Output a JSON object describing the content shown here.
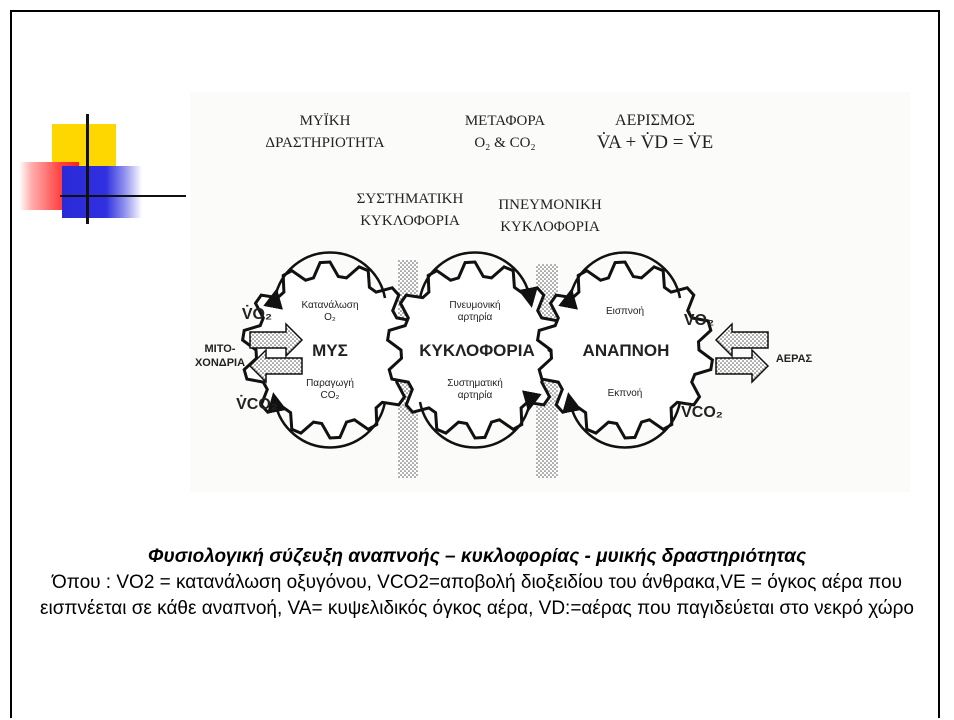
{
  "diagram": {
    "top_labels": {
      "muscular_activity": [
        "ΜΥΪΚΗ",
        "ΔΡΑΣΤΗΡΙΟΤΗΤΑ"
      ],
      "transport": [
        "ΜΕΤΑΦΟΡΑ",
        "O₂ & CO₂"
      ],
      "ventilation": [
        "ΑΕΡΙΣΜΟΣ",
        "V̇A + V̇D = V̇E"
      ],
      "systemic_circulation": [
        "ΣΥΣΤΗΜΑΤΙΚΗ",
        "ΚΥΚΛΟΦΟΡΙΑ"
      ],
      "pulmonary_circulation": [
        "ΠΝΕΥΜΟΝΙΚΗ",
        "ΚΥΚΛΟΦΟΡΙΑ"
      ]
    },
    "gears": {
      "muscle": {
        "label": "ΜΥΣ",
        "top_note": [
          "Κατανάλωση",
          "O₂"
        ],
        "bottom_note": [
          "Παραγωγή",
          "CO₂"
        ]
      },
      "circulation": {
        "label": "ΚΥΚΛΟΦΟΡΙΑ",
        "top_note": [
          "Πνευμονική",
          "αρτηρία"
        ],
        "bottom_note": [
          "Συστηματική",
          "αρτηρία"
        ]
      },
      "breathing": {
        "label": "ΑΝΑΠΝΟΗ",
        "top_note": [
          "Εισπνοή"
        ],
        "bottom_note": [
          "Εκπνοή"
        ]
      }
    },
    "side_labels": {
      "mitochondria": [
        "ΜΙΤΟ-",
        "ΧΟΝΔΡΙΑ"
      ],
      "air": "ΑΕΡΑΣ",
      "vo2": "V̇O₂",
      "vco2": "V̇CO₂"
    }
  },
  "caption": {
    "title": "Φυσιολογική σύζευξη αναπνοής – κυκλοφορίας - μυικής δραστηριότητας",
    "body": "Όπου : VO2 = κατανάλωση οξυγόνου, VCO2=αποβολή διοξειδίου του άνθρακα,VE = όγκος αέρα που εισπνέεται σε κάθε αναπνοή, VA= κυψελιδικός όγκος αέρα, VD:=αέρας που παγιδεύεται στο νεκρό χώρο"
  },
  "colors": {
    "deco_yellow": "#ffd700",
    "deco_red": "#ff3030",
    "deco_blue": "#2a2ad8"
  }
}
